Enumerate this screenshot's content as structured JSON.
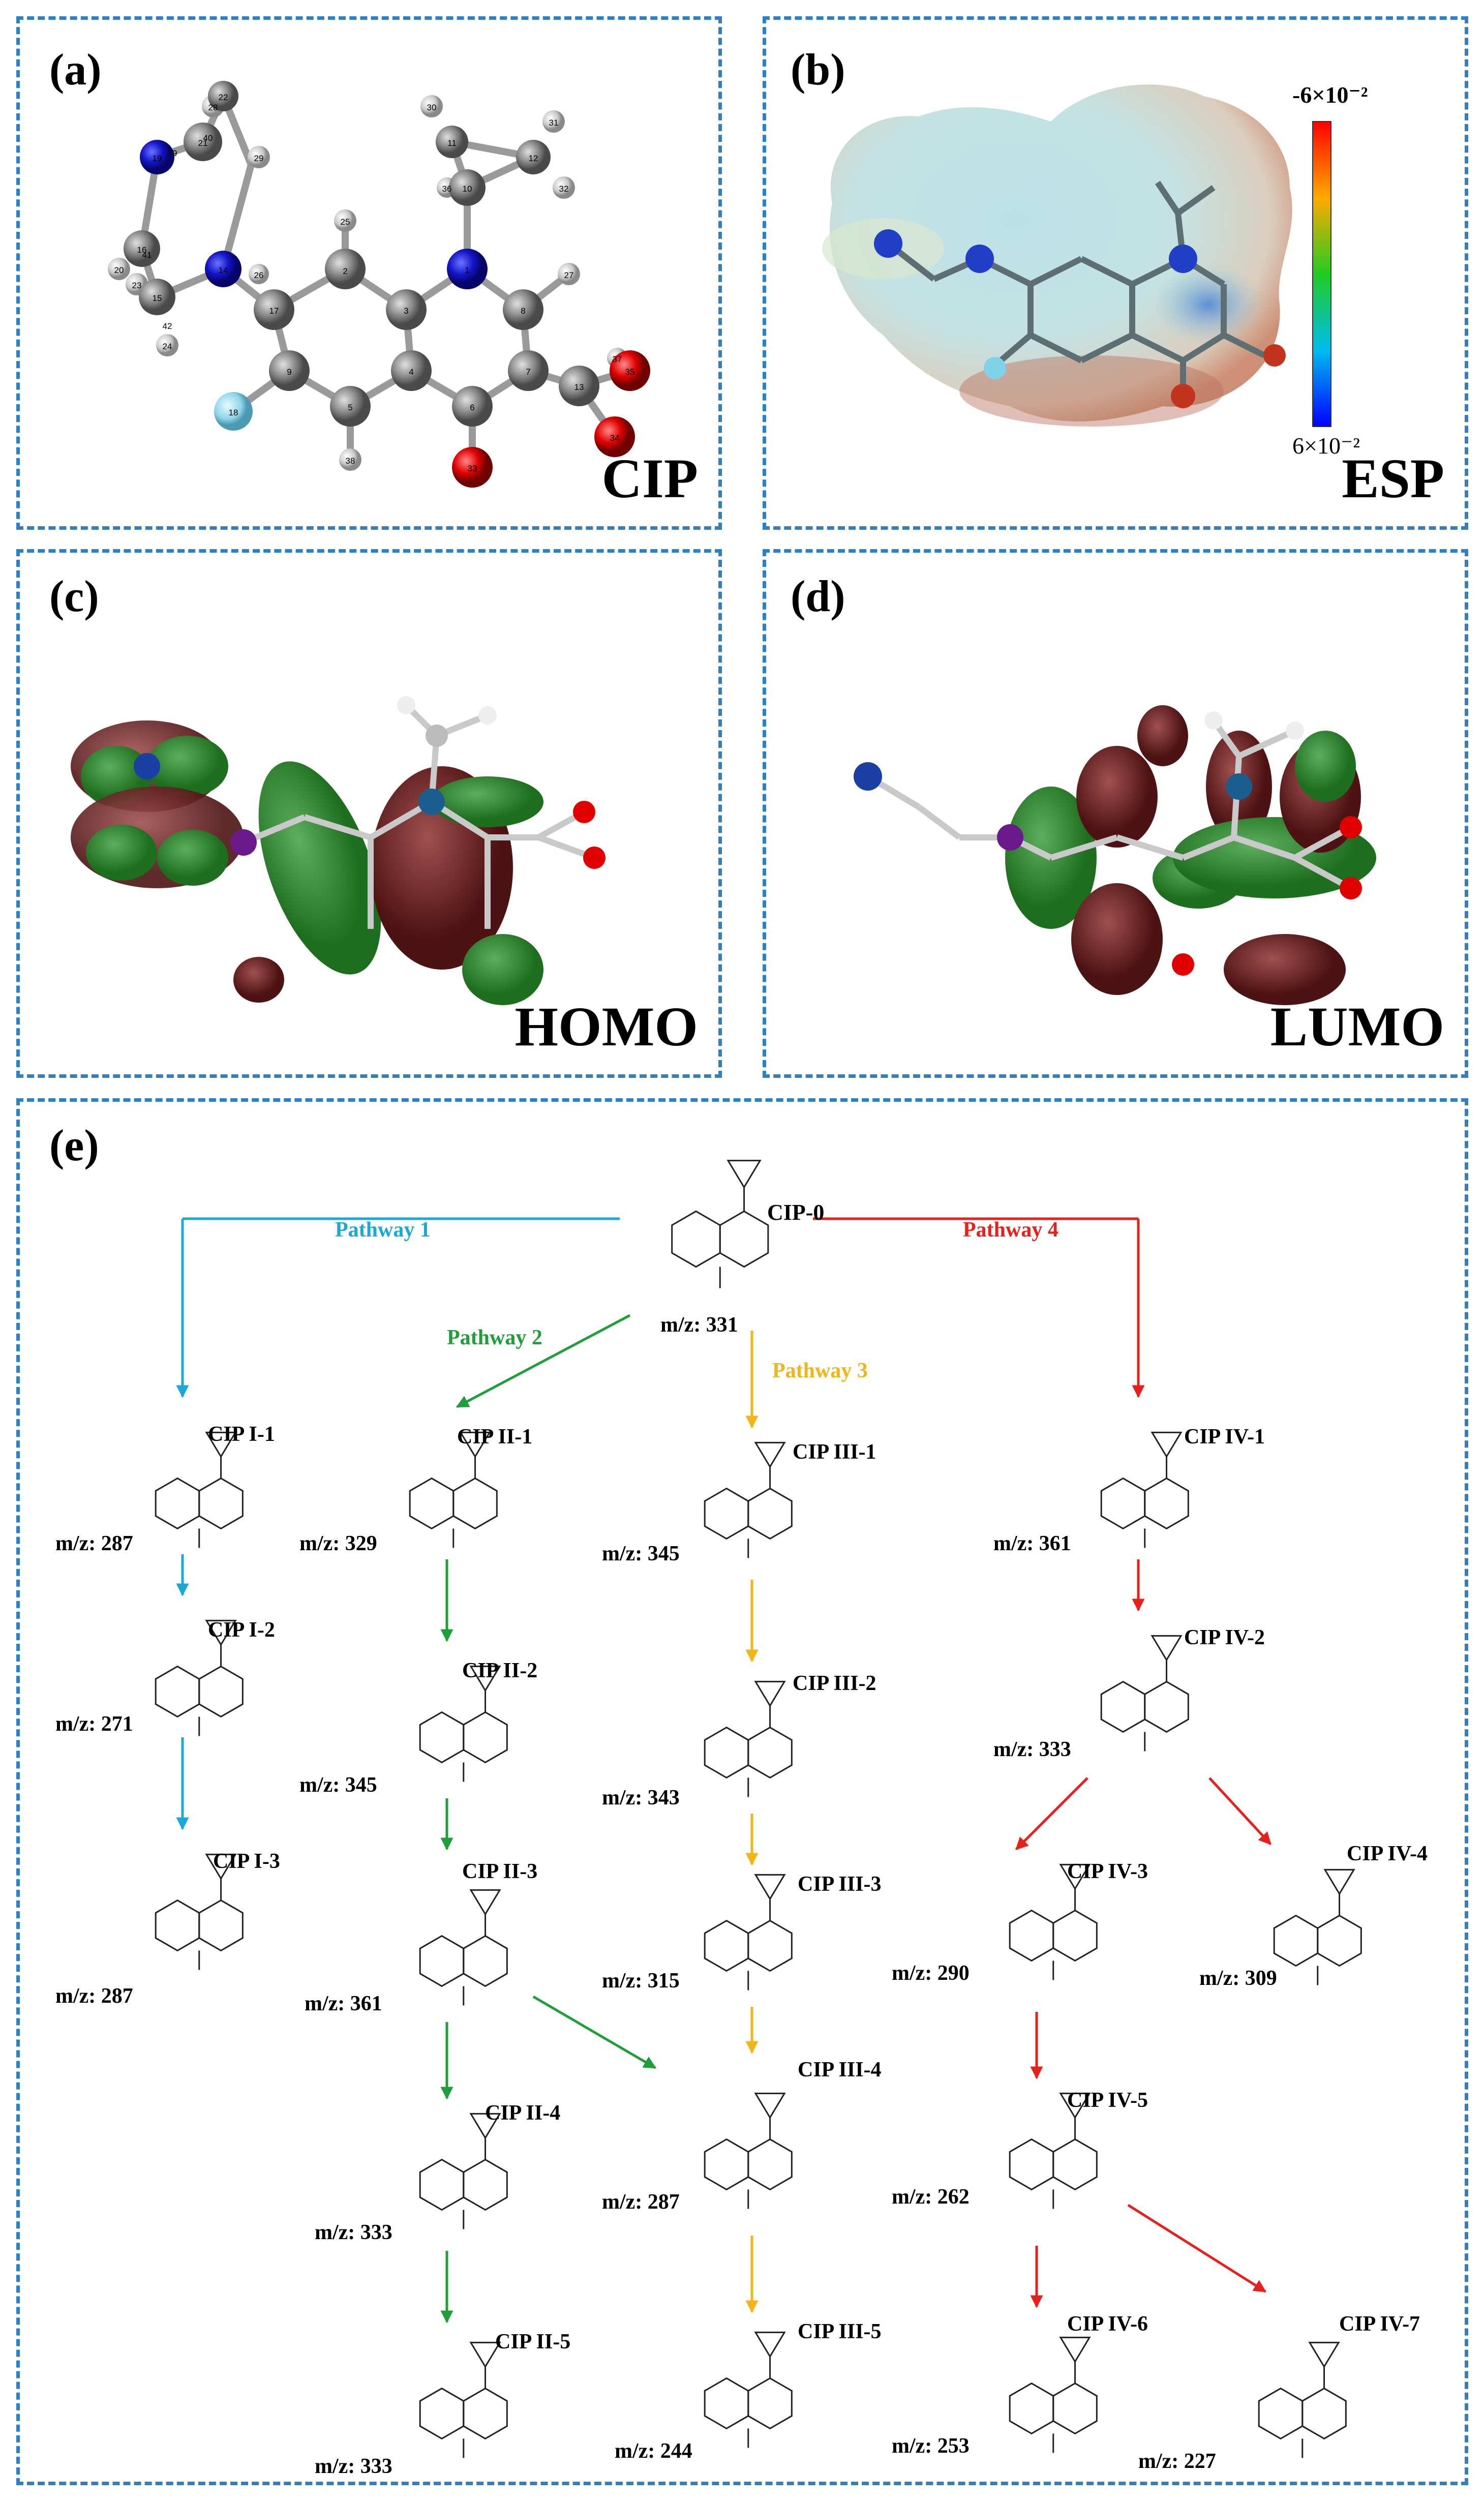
{
  "panels": {
    "a": {
      "label": "(a)",
      "title": "CIP"
    },
    "b": {
      "label": "(b)",
      "title": "ESP",
      "scale_top": "-6×10⁻²",
      "scale_bottom": "6×10⁻²"
    },
    "c": {
      "label": "(c)",
      "title": "HOMO"
    },
    "d": {
      "label": "(d)",
      "title": "LUMO"
    },
    "e": {
      "label": "(e)"
    }
  },
  "atom_numbers": [
    "1",
    "2",
    "3",
    "4",
    "5",
    "6",
    "7",
    "8",
    "9",
    "10",
    "11",
    "12",
    "13",
    "14",
    "15",
    "16",
    "17",
    "18",
    "19",
    "20",
    "21",
    "22",
    "23",
    "24",
    "25",
    "26",
    "27",
    "28",
    "29",
    "30",
    "31",
    "32",
    "33",
    "34",
    "35",
    "36",
    "37",
    "38",
    "39",
    "40",
    "41",
    "42"
  ],
  "pathways": {
    "p1": "Pathway 1",
    "p2": "Pathway 2",
    "p3": "Pathway 3",
    "p4": "Pathway 4"
  },
  "colors": {
    "frame": "#2f7fc1",
    "pathway1": "#1aa9d6",
    "pathway2": "#1f9e3a",
    "pathway3": "#f2b416",
    "pathway4": "#e8201c"
  },
  "compounds": {
    "cip0": {
      "name": "CIP-0",
      "mz": "m/z: 331"
    },
    "cip1_1": {
      "name": "CIP I-1",
      "mz": "m/z: 287"
    },
    "cip1_2": {
      "name": "CIP I-2",
      "mz": "m/z: 271"
    },
    "cip1_3": {
      "name": "CIP I-3",
      "mz": "m/z: 287"
    },
    "cip2_1": {
      "name": "CIP II-1",
      "mz": "m/z: 329"
    },
    "cip2_2": {
      "name": "CIP II-2",
      "mz": "m/z: 345"
    },
    "cip2_3": {
      "name": "CIP II-3",
      "mz": "m/z: 361"
    },
    "cip2_4": {
      "name": "CIP II-4",
      "mz": "m/z: 333"
    },
    "cip2_5": {
      "name": "CIP II-5",
      "mz": "m/z: 333"
    },
    "cip3_1": {
      "name": "CIP III-1",
      "mz": "m/z: 345"
    },
    "cip3_2": {
      "name": "CIP III-2",
      "mz": "m/z: 343"
    },
    "cip3_3": {
      "name": "CIP III-3",
      "mz": "m/z: 315"
    },
    "cip3_4": {
      "name": "CIP III-4",
      "mz": "m/z: 287"
    },
    "cip3_5": {
      "name": "CIP III-5",
      "mz": "m/z: 244"
    },
    "cip4_1": {
      "name": "CIP IV-1",
      "mz": "m/z: 361"
    },
    "cip4_2": {
      "name": "CIP IV-2",
      "mz": "m/z: 333"
    },
    "cip4_3": {
      "name": "CIP IV-3",
      "mz": "m/z: 290"
    },
    "cip4_4": {
      "name": "CIP IV-4",
      "mz": "m/z: 309"
    },
    "cip4_5": {
      "name": "CIP IV-5",
      "mz": "m/z: 262"
    },
    "cip4_6": {
      "name": "CIP IV-6",
      "mz": "m/z: 253"
    },
    "cip4_7": {
      "name": "CIP IV-7",
      "mz": "m/z: 227"
    }
  }
}
